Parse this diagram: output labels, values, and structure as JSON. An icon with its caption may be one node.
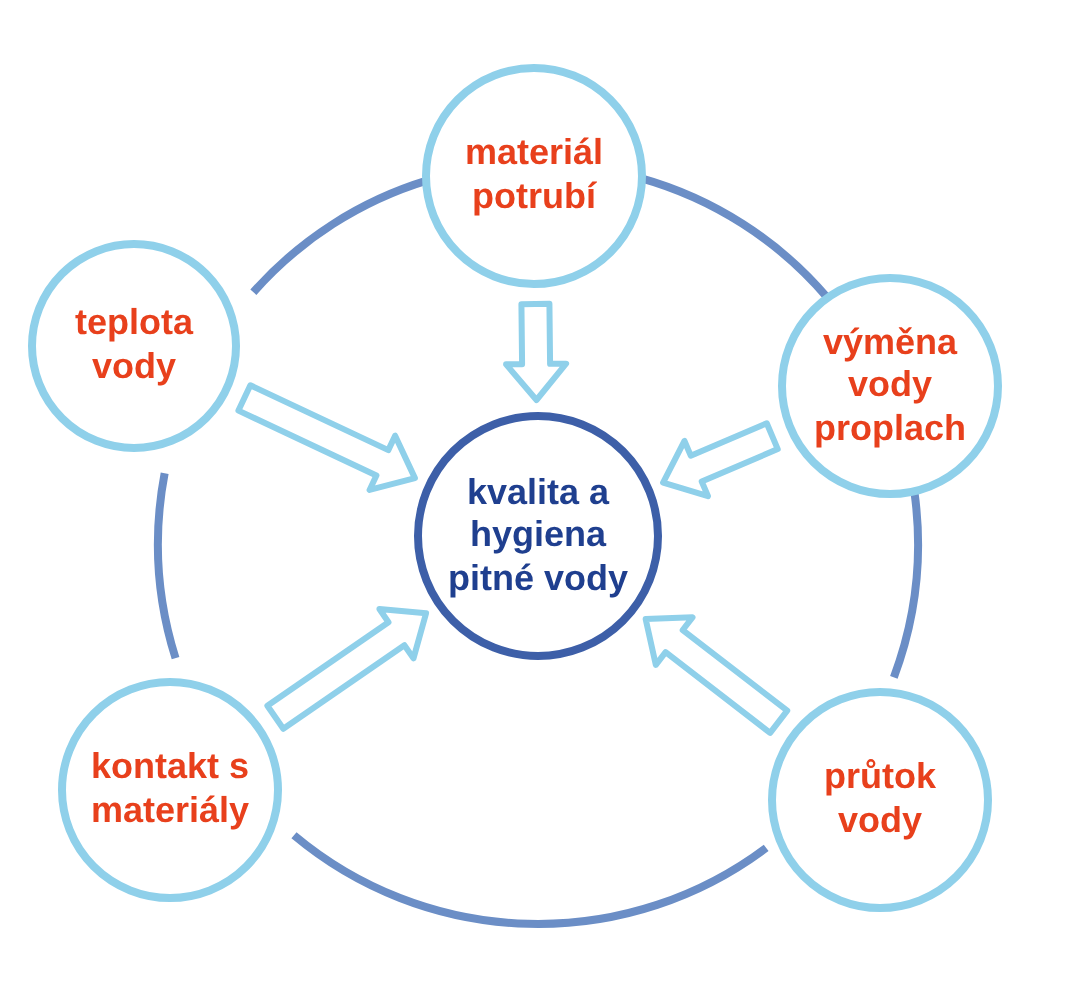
{
  "diagram": {
    "nodes": [
      {
        "text": [
          "materiál potrubí"
        ]
      },
      {
        "text": [
          "teplota vody"
        ]
      },
      {
        "text": [
          "výměna vody proplach"
        ]
      },
      {
        "text": [
          "kvalita a hygiena pitné vody"
        ]
      },
      {
        "text": [
          "kontakt s materiály"
        ]
      },
      {
        "text": [
          "průtok vody"
        ]
      }
    ],
    "edges": [
      {
        "from": 0,
        "to": 2,
        "arrow": "none"
      },
      {
        "from": 2,
        "to": 5,
        "arrow": "none"
      },
      {
        "from": 5,
        "to": 4,
        "arrow": "none"
      },
      {
        "from": 4,
        "to": 1,
        "arrow": "none"
      },
      {
        "from": 1,
        "to": 0,
        "arrow": "none"
      },
      {
        "from": 0,
        "to": 3,
        "arrow": "to"
      },
      {
        "from": 1,
        "to": 3,
        "arrow": "to"
      },
      {
        "from": 2,
        "to": 3,
        "arrow": "to"
      },
      {
        "from": 4,
        "to": 3,
        "arrow": "to"
      },
      {
        "from": 5,
        "to": 3,
        "arrow": "to"
      }
    ]
  }
}
